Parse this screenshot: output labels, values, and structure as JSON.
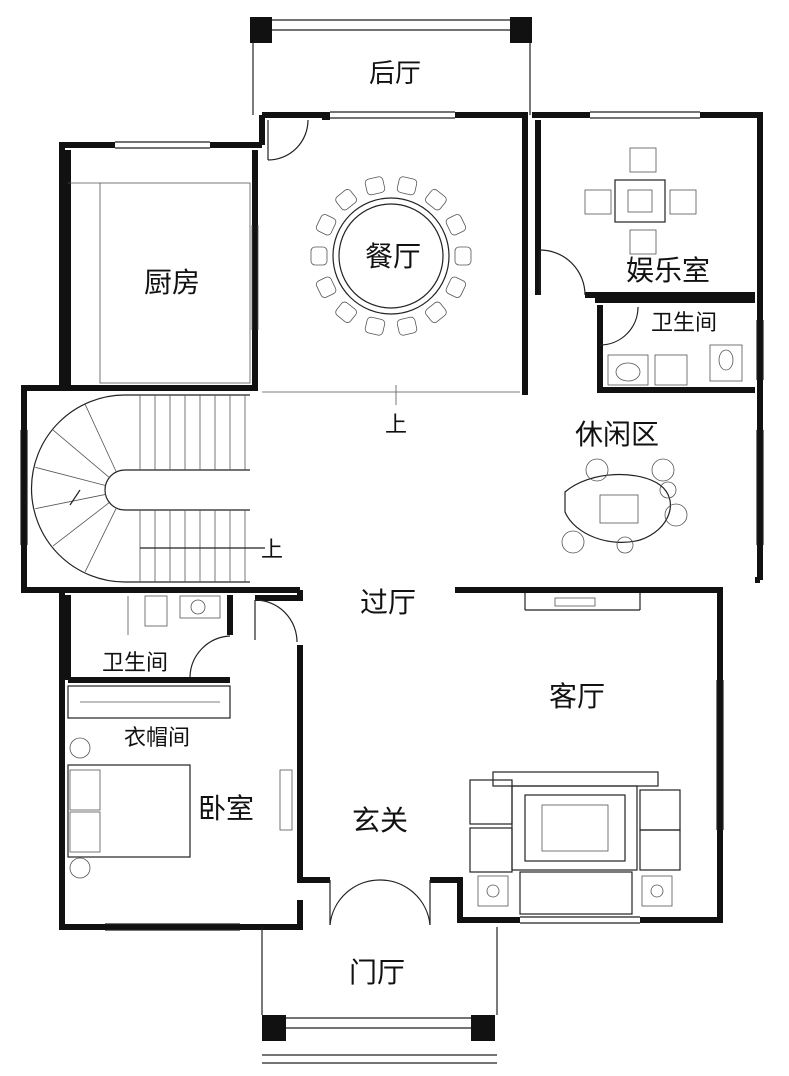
{
  "rooms": {
    "back_hall": "后厅",
    "dining": "餐厅",
    "kitchen": "厨房",
    "entertainment": "娱乐室",
    "bath_upper": "卫生间",
    "leisure": "休闲区",
    "stair_up": "上",
    "hall_up": "上",
    "corridor": "过厅",
    "bath_lower": "卫生间",
    "living": "客厅",
    "closet": "衣帽间",
    "bedroom": "卧室",
    "foyer": "玄关",
    "porch": "门厅"
  },
  "colors": {
    "wall": "#111111",
    "line": "#222222",
    "background": "#ffffff"
  }
}
